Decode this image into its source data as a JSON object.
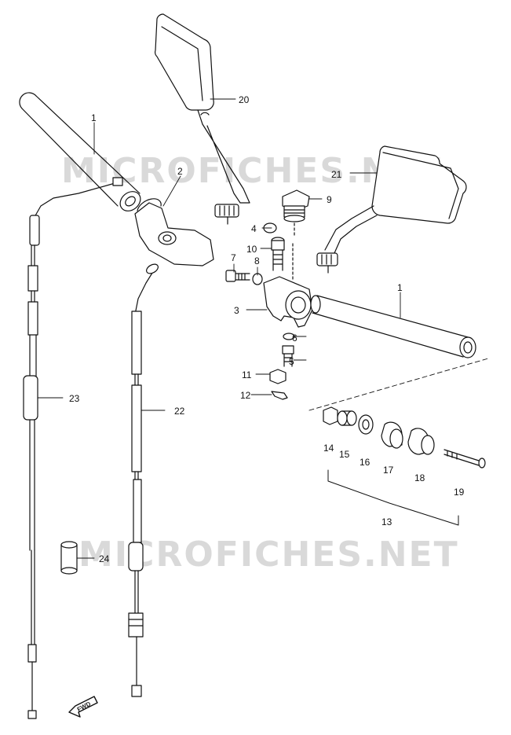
{
  "watermark": {
    "top": "MICROFICHES.NET",
    "bottom": "MICROFICHES.NET"
  },
  "fwd_label": "FWD",
  "callouts": {
    "c1_left": "1",
    "c2": "2",
    "c20": "20",
    "c21": "21",
    "c9": "9",
    "c4": "4",
    "c10": "10",
    "c7": "7",
    "c8": "8",
    "c3": "3",
    "c1_right": "1",
    "c6": "6",
    "c5": "5",
    "c11": "11",
    "c12": "12",
    "c23": "23",
    "c22": "22",
    "c14": "14",
    "c15": "15",
    "c16": "16",
    "c17": "17",
    "c18": "18",
    "c19": "19",
    "c13": "13",
    "c24": "24"
  }
}
